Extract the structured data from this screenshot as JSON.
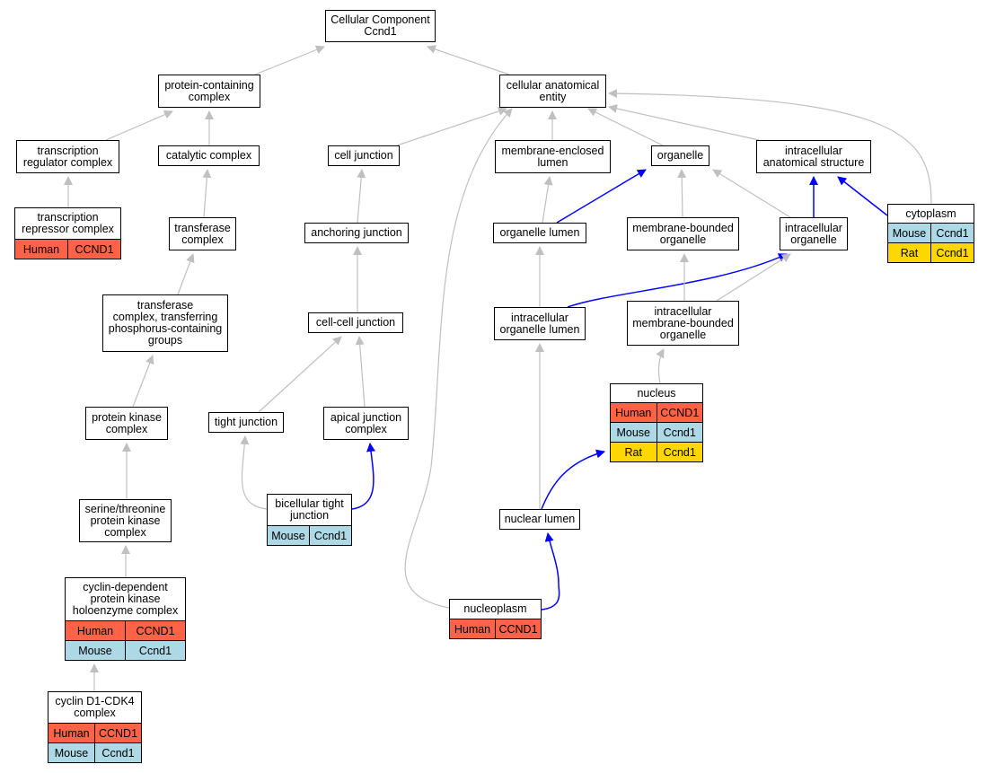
{
  "colors": {
    "human": "#ff6347",
    "mouse": "#add8e6",
    "rat": "#ffd700",
    "edge_gray": "#c0c0c0",
    "edge_blue": "#0000ff"
  },
  "nodes": {
    "root": {
      "label": "Cellular Component\nCcnd1"
    },
    "protein_containing": {
      "label": "protein-containing\ncomplex"
    },
    "cellular_anatomical": {
      "label": "cellular anatomical\nentity"
    },
    "transcription_regulator": {
      "label": "transcription\nregulator complex"
    },
    "catalytic": {
      "label": "catalytic complex"
    },
    "cell_junction": {
      "label": "cell junction"
    },
    "membrane_enclosed": {
      "label": "membrane-enclosed\nlumen"
    },
    "organelle": {
      "label": "organelle"
    },
    "intracellular_structure": {
      "label": "intracellular\nanatomical structure"
    },
    "transcription_repressor": {
      "label": "transcription\nrepressor complex",
      "rows": [
        {
          "species": "Human",
          "gene": "CCND1"
        }
      ]
    },
    "transferase": {
      "label": "transferase\ncomplex"
    },
    "anchoring": {
      "label": "anchoring junction"
    },
    "organelle_lumen": {
      "label": "organelle lumen"
    },
    "membrane_bounded": {
      "label": "membrane-bounded\norganelle"
    },
    "intracellular_organelle": {
      "label": "intracellular\norganelle"
    },
    "cytoplasm": {
      "label": "cytoplasm",
      "rows": [
        {
          "species": "Mouse",
          "gene": "Ccnd1"
        },
        {
          "species": "Rat",
          "gene": "Ccnd1"
        }
      ]
    },
    "transferase_phospho": {
      "label": "transferase\ncomplex, transferring\nphosphorus-containing\ngroups"
    },
    "cell_cell": {
      "label": "cell-cell junction"
    },
    "intracellular_lumen": {
      "label": "intracellular\norganelle lumen"
    },
    "intracellular_membrane": {
      "label": "intracellular\nmembrane-bounded\norganelle"
    },
    "nucleus": {
      "label": "nucleus",
      "rows": [
        {
          "species": "Human",
          "gene": "CCND1"
        },
        {
          "species": "Mouse",
          "gene": "Ccnd1"
        },
        {
          "species": "Rat",
          "gene": "Ccnd1"
        }
      ]
    },
    "protein_kinase": {
      "label": "protein kinase\ncomplex"
    },
    "tight_junction": {
      "label": "tight junction"
    },
    "apical_junction": {
      "label": "apical junction\ncomplex"
    },
    "bicellular": {
      "label": "bicellular tight\njunction",
      "rows": [
        {
          "species": "Mouse",
          "gene": "Ccnd1"
        }
      ]
    },
    "nuclear_lumen": {
      "label": "nuclear lumen"
    },
    "serine_threonine": {
      "label": "serine/threonine\nprotein kinase\ncomplex"
    },
    "nucleoplasm": {
      "label": "nucleoplasm",
      "rows": [
        {
          "species": "Human",
          "gene": "CCND1"
        }
      ]
    },
    "cdk_holoenzyme": {
      "label": "cyclin-dependent\nprotein kinase\nholoenzyme complex",
      "rows": [
        {
          "species": "Human",
          "gene": "CCND1"
        },
        {
          "species": "Mouse",
          "gene": "Ccnd1"
        }
      ]
    },
    "cyclin_cdk4": {
      "label": "cyclin D1-CDK4\ncomplex",
      "rows": [
        {
          "species": "Human",
          "gene": "CCND1"
        },
        {
          "species": "Mouse",
          "gene": "Ccnd1"
        }
      ]
    }
  },
  "edges": [
    {
      "from": "protein_containing",
      "to": "root",
      "color": "gray"
    },
    {
      "from": "cellular_anatomical",
      "to": "root",
      "color": "gray"
    },
    {
      "from": "transcription_regulator",
      "to": "protein_containing",
      "color": "gray"
    },
    {
      "from": "catalytic",
      "to": "protein_containing",
      "color": "gray"
    },
    {
      "from": "transcription_repressor",
      "to": "transcription_regulator",
      "color": "gray"
    },
    {
      "from": "transferase",
      "to": "catalytic",
      "color": "gray"
    },
    {
      "from": "transferase_phospho",
      "to": "transferase",
      "color": "gray"
    },
    {
      "from": "protein_kinase",
      "to": "transferase_phospho",
      "color": "gray"
    },
    {
      "from": "serine_threonine",
      "to": "protein_kinase",
      "color": "gray"
    },
    {
      "from": "cdk_holoenzyme",
      "to": "serine_threonine",
      "color": "gray"
    },
    {
      "from": "cyclin_cdk4",
      "to": "cdk_holoenzyme",
      "color": "gray"
    },
    {
      "from": "cell_junction",
      "to": "cellular_anatomical",
      "color": "gray"
    },
    {
      "from": "membrane_enclosed",
      "to": "cellular_anatomical",
      "color": "gray"
    },
    {
      "from": "organelle",
      "to": "cellular_anatomical",
      "color": "gray"
    },
    {
      "from": "intracellular_structure",
      "to": "cellular_anatomical",
      "color": "gray"
    },
    {
      "from": "cytoplasm",
      "to": "cellular_anatomical",
      "color": "gray"
    },
    {
      "from": "nucleoplasm",
      "to": "cellular_anatomical",
      "color": "gray"
    },
    {
      "from": "anchoring",
      "to": "cell_junction",
      "color": "gray"
    },
    {
      "from": "cell_cell",
      "to": "anchoring",
      "color": "gray"
    },
    {
      "from": "tight_junction",
      "to": "cell_cell",
      "color": "gray"
    },
    {
      "from": "apical_junction",
      "to": "cell_cell",
      "color": "gray"
    },
    {
      "from": "bicellular",
      "to": "tight_junction",
      "color": "gray"
    },
    {
      "from": "bicellular",
      "to": "apical_junction",
      "color": "blue"
    },
    {
      "from": "organelle_lumen",
      "to": "membrane_enclosed",
      "color": "gray"
    },
    {
      "from": "organelle_lumen",
      "to": "organelle",
      "color": "blue"
    },
    {
      "from": "membrane_bounded",
      "to": "organelle",
      "color": "gray"
    },
    {
      "from": "intracellular_organelle",
      "to": "organelle",
      "color": "gray"
    },
    {
      "from": "intracellular_organelle",
      "to": "intracellular_structure",
      "color": "blue"
    },
    {
      "from": "cytoplasm",
      "to": "intracellular_structure",
      "color": "blue"
    },
    {
      "from": "intracellular_lumen",
      "to": "organelle_lumen",
      "color": "gray"
    },
    {
      "from": "intracellular_lumen",
      "to": "intracellular_organelle",
      "color": "blue"
    },
    {
      "from": "intracellular_membrane",
      "to": "membrane_bounded",
      "color": "gray"
    },
    {
      "from": "intracellular_membrane",
      "to": "intracellular_organelle",
      "color": "gray"
    },
    {
      "from": "nucleus",
      "to": "intracellular_membrane",
      "color": "gray"
    },
    {
      "from": "nuclear_lumen",
      "to": "intracellular_lumen",
      "color": "gray"
    },
    {
      "from": "nuclear_lumen",
      "to": "nucleus",
      "color": "blue"
    },
    {
      "from": "nucleoplasm",
      "to": "nuclear_lumen",
      "color": "blue"
    }
  ]
}
